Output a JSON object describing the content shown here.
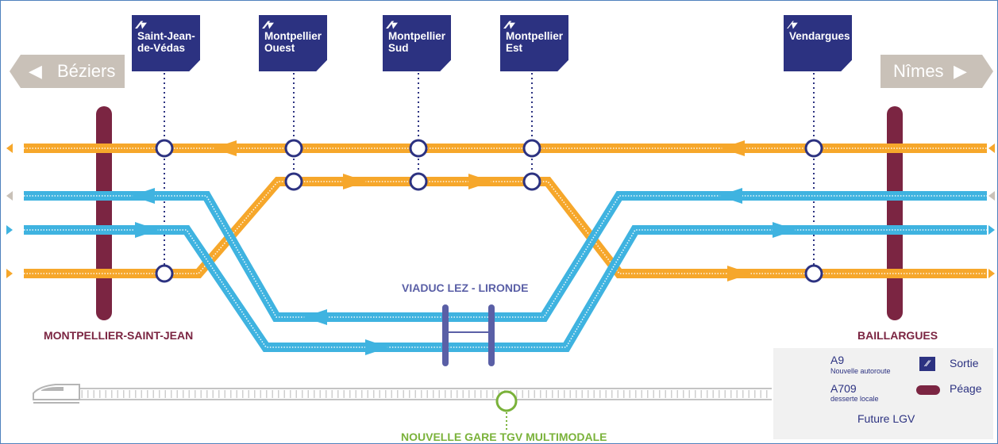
{
  "destinations": {
    "left": "Béziers",
    "right": "Nîmes"
  },
  "exits": [
    {
      "symbol": "⁄⁄▾",
      "name": "Saint-Jean-\nde-Védas"
    },
    {
      "symbol": "⁄⁄▾",
      "name": "Montpellier\nOuest"
    },
    {
      "symbol": "⁄⁄▾",
      "name": "Montpellier\nSud"
    },
    {
      "symbol": "⁄⁄▾",
      "name": "Montpellier\nEst"
    },
    {
      "symbol": "⁄▾",
      "name": "Vendargues"
    }
  ],
  "places": {
    "toll_west": "MONTPELLIER-SAINT-JEAN",
    "toll_east": "BAILLARGUES",
    "viaduct": "VIADUC LEZ - LIRONDE",
    "station": "NOUVELLE GARE TGV MULTIMODALE"
  },
  "legend": {
    "a9": "A9",
    "a9_sub": "Nouvelle autoroute",
    "a709": "A709",
    "a709_sub": "desserte locale",
    "lgv": "Future LGV",
    "exit": "Sortie",
    "toll": "Péage"
  },
  "colors": {
    "a9": "#3fb3e0",
    "a709": "#f6a72b",
    "exit_sign": "#2c3281",
    "toll": "#7b2542",
    "station": "#7ab23a",
    "destination_sign": "#c9c1b8"
  }
}
